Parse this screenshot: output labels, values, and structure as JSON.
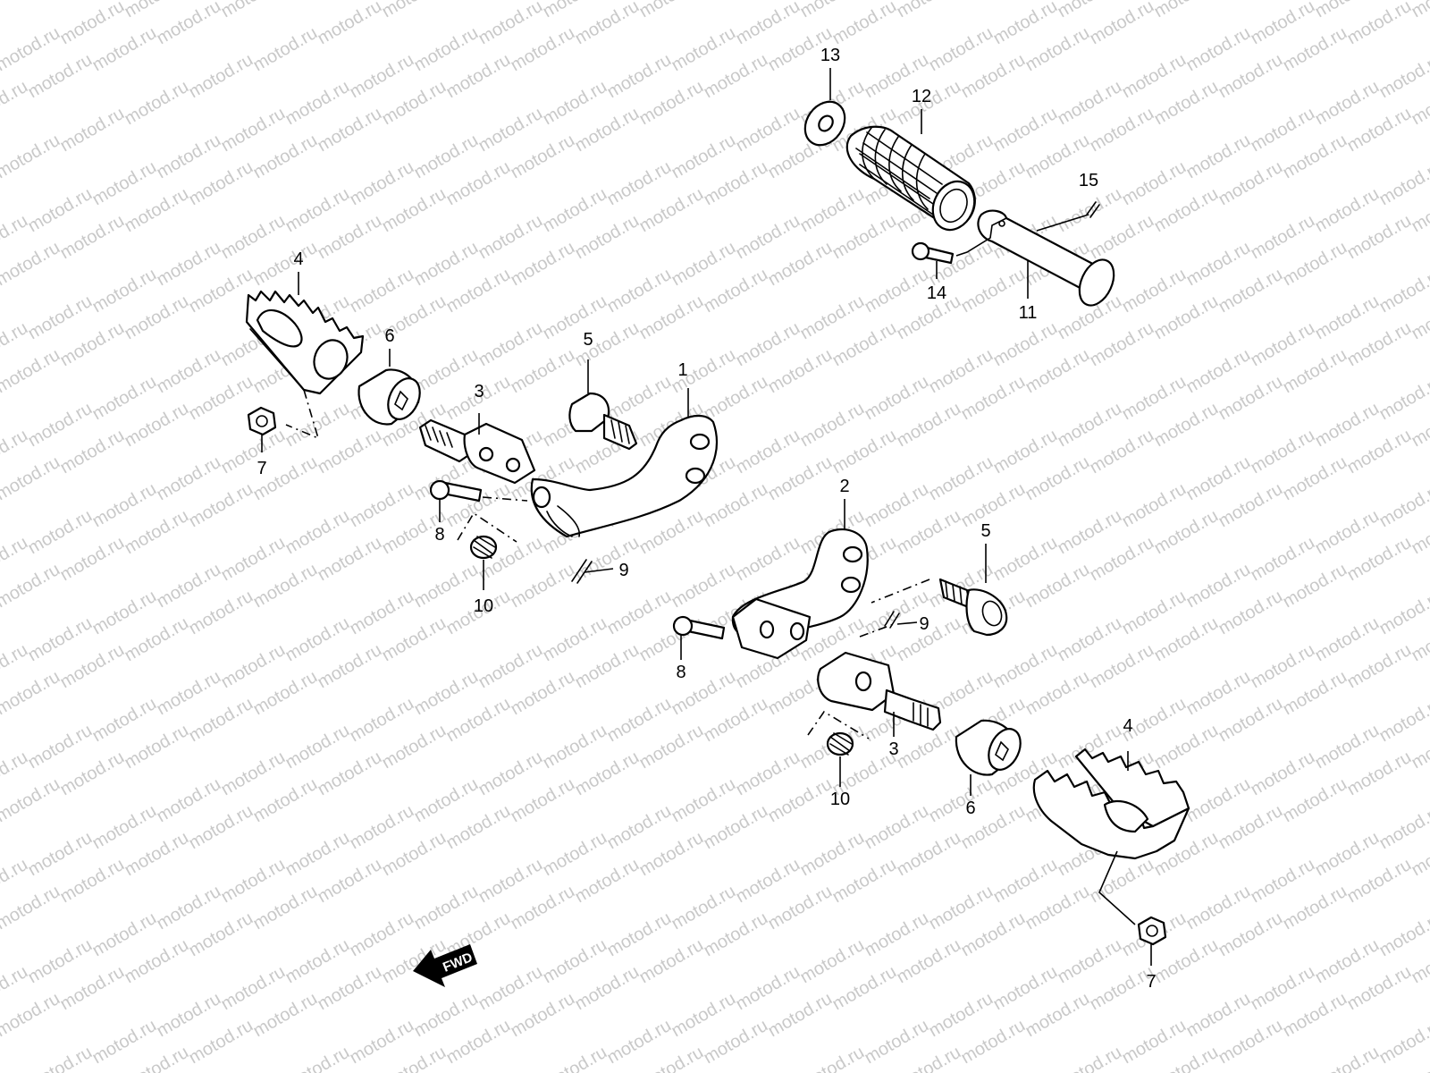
{
  "watermark": {
    "text": "motod.ru",
    "color": "#c9c9c9"
  },
  "direction_marker": {
    "label": "FWD"
  },
  "callouts": [
    {
      "id": "c1",
      "label": "1"
    },
    {
      "id": "c2",
      "label": "2"
    },
    {
      "id": "c3a",
      "label": "3"
    },
    {
      "id": "c3b",
      "label": "3"
    },
    {
      "id": "c4a",
      "label": "4"
    },
    {
      "id": "c4b",
      "label": "4"
    },
    {
      "id": "c5a",
      "label": "5"
    },
    {
      "id": "c5b",
      "label": "5"
    },
    {
      "id": "c6a",
      "label": "6"
    },
    {
      "id": "c6b",
      "label": "6"
    },
    {
      "id": "c7a",
      "label": "7"
    },
    {
      "id": "c7b",
      "label": "7"
    },
    {
      "id": "c8a",
      "label": "8"
    },
    {
      "id": "c8b",
      "label": "8"
    },
    {
      "id": "c9a",
      "label": "9"
    },
    {
      "id": "c9b",
      "label": "9"
    },
    {
      "id": "c10a",
      "label": "10"
    },
    {
      "id": "c10b",
      "label": "10"
    },
    {
      "id": "c11",
      "label": "11"
    },
    {
      "id": "c12",
      "label": "12"
    },
    {
      "id": "c13",
      "label": "13"
    },
    {
      "id": "c14",
      "label": "14"
    },
    {
      "id": "c15",
      "label": "15"
    }
  ]
}
